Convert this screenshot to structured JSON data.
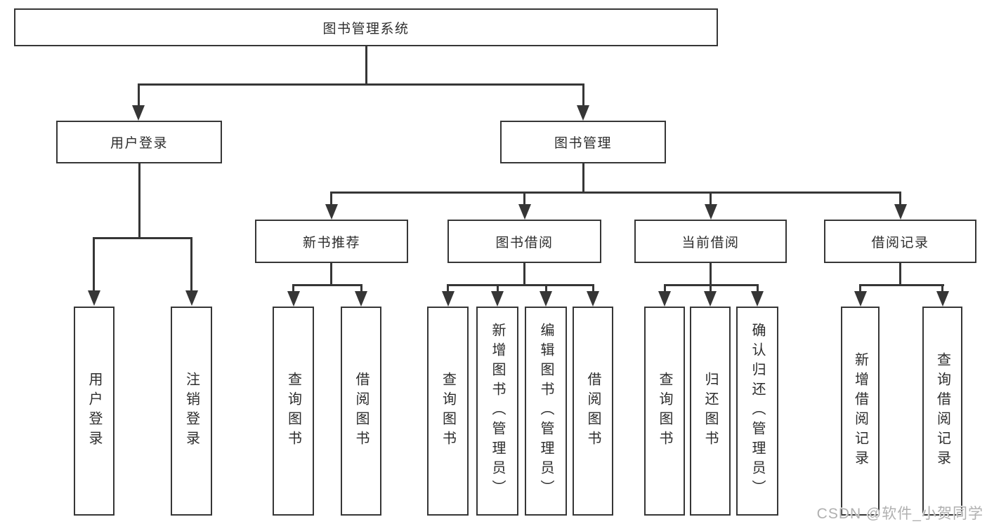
{
  "tree": {
    "root": {
      "label": "图书管理系统"
    },
    "level2": [
      {
        "label": "用户登录",
        "children": [
          {
            "label": "用户登录"
          },
          {
            "label": "注销登录"
          }
        ]
      },
      {
        "label": "图书管理",
        "children": [
          {
            "label": "新书推荐",
            "children": [
              {
                "label": "查询图书"
              },
              {
                "label": "借阅图书"
              }
            ]
          },
          {
            "label": "图书借阅",
            "children": [
              {
                "label": "查询图书"
              },
              {
                "label": "新增图书（管理员）"
              },
              {
                "label": "编辑图书（管理员）"
              },
              {
                "label": "借阅图书"
              }
            ]
          },
          {
            "label": "当前借阅",
            "children": [
              {
                "label": "查询图书"
              },
              {
                "label": "归还图书"
              },
              {
                "label": "确认归还（管理员）"
              }
            ]
          },
          {
            "label": "借阅记录",
            "children": [
              {
                "label": "新增借阅记录"
              },
              {
                "label": "查询借阅记录"
              }
            ]
          }
        ]
      }
    ]
  },
  "watermark": {
    "text": "CSDN @软件_小贺同学"
  },
  "colors": {
    "line": "#363636",
    "box_border": "#363636",
    "text": "#2d2d2d",
    "watermark": "#b0b0b0",
    "background": "#ffffff"
  }
}
